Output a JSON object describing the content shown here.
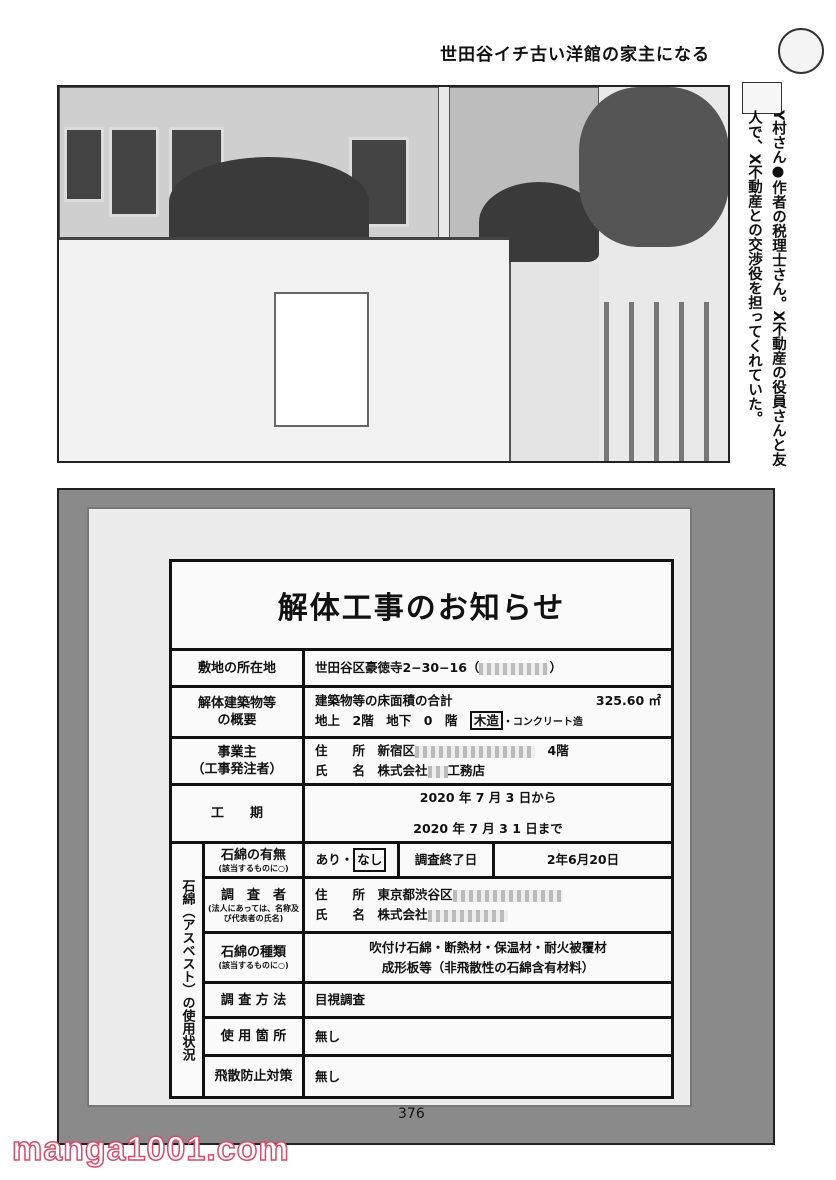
{
  "header": {
    "title": "世田谷イチ古い洋館の家主になる"
  },
  "side_note": {
    "text": "Y村さん●作者の税理士さん。X不動産の役員さんと友人で、X不動産との交渉役を担ってくれていた。"
  },
  "sign": {
    "title": "解体工事のお知らせ",
    "site": {
      "label": "敷地の所在地",
      "value": "世田谷区豪徳寺2−30−16（"
    },
    "overview": {
      "label1": "解体建築物等",
      "label2": "の概要",
      "line1": "建築物等の床面積の合計",
      "area": "325.60 ㎡",
      "line2": "地上　2階　地下　0　階",
      "structure_selected": "木造",
      "structure_other": "・コンクリート造"
    },
    "owner": {
      "label1": "事業主",
      "label2": "（工事発注者）",
      "address": "住　　所　新宿区",
      "floor": "4階",
      "name": "氏　　名　株式会社",
      "name_suffix": "工務店"
    },
    "period": {
      "label": "工　　期",
      "from": "2020 年 7 月 3 日から",
      "to": "2020 年 7 月 3 1 日まで"
    },
    "asbestos": {
      "group_label": "石綿（アスベスト）の使用状況",
      "presence": {
        "label": "石綿の有無",
        "note": "(該当するものに○)",
        "opt_yes": "あり・",
        "opt_no": "なし",
        "survey_end_label": "調査終了日",
        "survey_end": "2年6月20日"
      },
      "surveyor": {
        "label": "調　査　者",
        "note": "(法人にあっては、名称及び代表者の氏名)",
        "address": "住　　所　東京都渋谷区",
        "name": "氏　　名　株式会社"
      },
      "type": {
        "label": "石綿の種類",
        "note": "(該当するものに○)",
        "line1": "吹付け石綿・断熱材・保温材・耐火被覆材",
        "line2": "成形板等（非飛散性の石綿含有材料）"
      },
      "method": {
        "label": "調 査 方 法",
        "value": "目視調査"
      },
      "location": {
        "label": "使 用 箇 所",
        "value": "無し"
      },
      "prevention": {
        "label": "飛散防止対策",
        "value": "無し"
      }
    }
  },
  "page_number": "376",
  "watermark": "manga1001.com"
}
